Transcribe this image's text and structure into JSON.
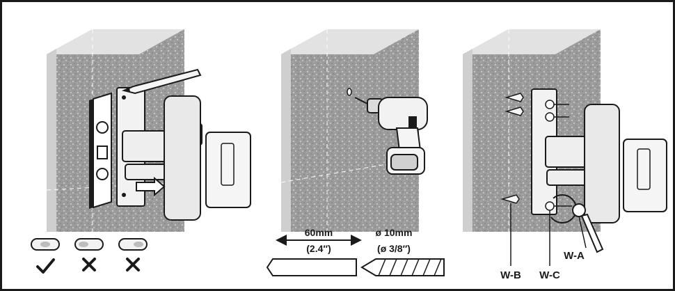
{
  "colors": {
    "frame": "#1a1a1a",
    "wall_face": "#9b9b9b",
    "wall_side": "#cfcfcf",
    "wall_top": "#e2e2e2",
    "guide_line": "#ffffff",
    "ink": "#1a1a1a"
  },
  "icons": {
    "correct_mark": "check-mark-icon",
    "wrong_mark": "cross-mark-icon"
  },
  "step2": {
    "hole_depth": "60mm",
    "hole_depth_imperial": "(2.4″)",
    "drill_diameter": "ø 10mm",
    "drill_diameter_imperial": "(ø 3/8″)"
  },
  "step3": {
    "label_a": "W-A",
    "label_b": "W-B",
    "label_c": "W-C"
  }
}
